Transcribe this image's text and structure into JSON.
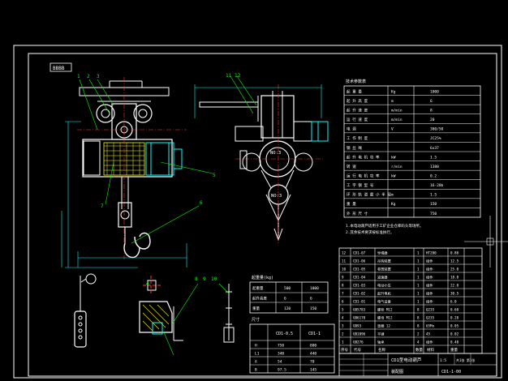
{
  "drawing": {
    "colors": {
      "background": "#000000",
      "frame": "#ffffff",
      "outline": "#ffffff",
      "dimension": "#00ffff",
      "leader": "#00ff00",
      "center": "#ff3333",
      "hatch": "#ffff00",
      "motor": "#00ffff"
    },
    "title_tag": "BBBB",
    "balloon_labels": [
      "1",
      "2",
      "3",
      "4",
      "5",
      "6",
      "7",
      "8",
      "9",
      "10",
      "11",
      "12"
    ],
    "hook_label": "NO:3",
    "specs_header": "技术参数表",
    "specs": [
      {
        "name": "起 重 量",
        "unit": "Kg",
        "value": "1000"
      },
      {
        "name": "起 升 高 度",
        "unit": "m",
        "value": "6"
      },
      {
        "name": "起 升 速 度",
        "unit": "m/min",
        "value": "8"
      },
      {
        "name": "运 行 速 度",
        "unit": "m/min",
        "value": "20"
      },
      {
        "name": "电 源",
        "unit": "V",
        "value": "380/50"
      },
      {
        "name": "工 作 制 度",
        "unit": "",
        "value": "JC25%"
      },
      {
        "name": "钢 丝 绳",
        "unit": "",
        "value": "6x37"
      },
      {
        "name": "起 升 电 机 功 率",
        "unit": "kW",
        "value": "1.5"
      },
      {
        "name": "转 速",
        "unit": "r/min",
        "value": "1380"
      },
      {
        "name": "运 行 电 机 功 率",
        "unit": "kW",
        "value": "0.2"
      },
      {
        "name": "工 字 钢 型 号",
        "unit": "",
        "value": "16-28b"
      },
      {
        "name": "环 形 轨 道 最 小 半 径",
        "unit": "m",
        "value": "1.5"
      },
      {
        "name": "重 量",
        "unit": "Kg",
        "value": "150"
      },
      {
        "name": "外 形 尺 寸",
        "unit": "",
        "value": "750"
      }
    ],
    "notes": [
      "1.本电动葫芦适用于工矿企业仓库码头等场所。",
      "2.其余技术要求按标准执行。"
    ],
    "small_table_title": "起重量(kg)",
    "small_table": [
      {
        "a": "起重量",
        "b": "500",
        "c": "1000"
      },
      {
        "a": "起升高度",
        "b": "6",
        "c": "6"
      },
      {
        "a": "重量",
        "b": "120",
        "c": "150"
      }
    ],
    "dim_table_title": "尺寸",
    "dim_table_headers": [
      "",
      "CD1-0.5",
      "CD1-1"
    ],
    "dim_table": [
      {
        "k": "H",
        "v1": "750",
        "v2": "800"
      },
      {
        "k": "L1",
        "v1": "340",
        "v2": "440"
      },
      {
        "k": "A",
        "v1": "54",
        "v2": "70"
      },
      {
        "k": "B",
        "v1": "97.5",
        "v2": "145"
      }
    ],
    "parts": [
      {
        "no": "12",
        "code": "CD1-07",
        "name": "导绳器",
        "qty": "1",
        "mat": "HT200",
        "wt": "0.80"
      },
      {
        "no": "11",
        "code": "CD1-06",
        "name": "吊钩装置",
        "qty": "1",
        "mat": "组件",
        "wt": "12.5"
      },
      {
        "no": "10",
        "code": "CD1-05",
        "name": "卷筒装置",
        "qty": "1",
        "mat": "组件",
        "wt": "25.0"
      },
      {
        "no": "9",
        "code": "CD1-04",
        "name": "减速器",
        "qty": "1",
        "mat": "组件",
        "wt": "18.0"
      },
      {
        "no": "8",
        "code": "CD1-03",
        "name": "电动小车",
        "qty": "1",
        "mat": "组件",
        "wt": "22.0"
      },
      {
        "no": "7",
        "code": "CD1-02",
        "name": "起升电机",
        "qty": "1",
        "mat": "组件",
        "wt": "30.5"
      },
      {
        "no": "6",
        "code": "CD1-01",
        "name": "电气设备",
        "qty": "1",
        "mat": "组件",
        "wt": "6.0"
      },
      {
        "no": "5",
        "code": "GB5783",
        "name": "螺栓 M12",
        "qty": "8",
        "mat": "Q235",
        "wt": "0.60"
      },
      {
        "no": "4",
        "code": "GB6170",
        "name": "螺母 M12",
        "qty": "8",
        "mat": "Q235",
        "wt": "0.20"
      },
      {
        "no": "3",
        "code": "GB93",
        "name": "垫圈 12",
        "qty": "8",
        "mat": "65Mn",
        "wt": "0.05"
      },
      {
        "no": "2",
        "code": "GB1096",
        "name": "平键",
        "qty": "2",
        "mat": "45",
        "wt": "0.02"
      },
      {
        "no": "1",
        "code": "GB276",
        "name": "轴承",
        "qty": "4",
        "mat": "组件",
        "wt": "0.40"
      }
    ],
    "parts_header": [
      "序号",
      "代号",
      "名称",
      "数量",
      "材料",
      "重量"
    ],
    "title_block": {
      "drawing_name": "CD1型电动葫芦",
      "company": "装配图",
      "scale": "1:5",
      "sheet": "共1张 第1张",
      "drawing_no": "CD1-1-00"
    }
  }
}
